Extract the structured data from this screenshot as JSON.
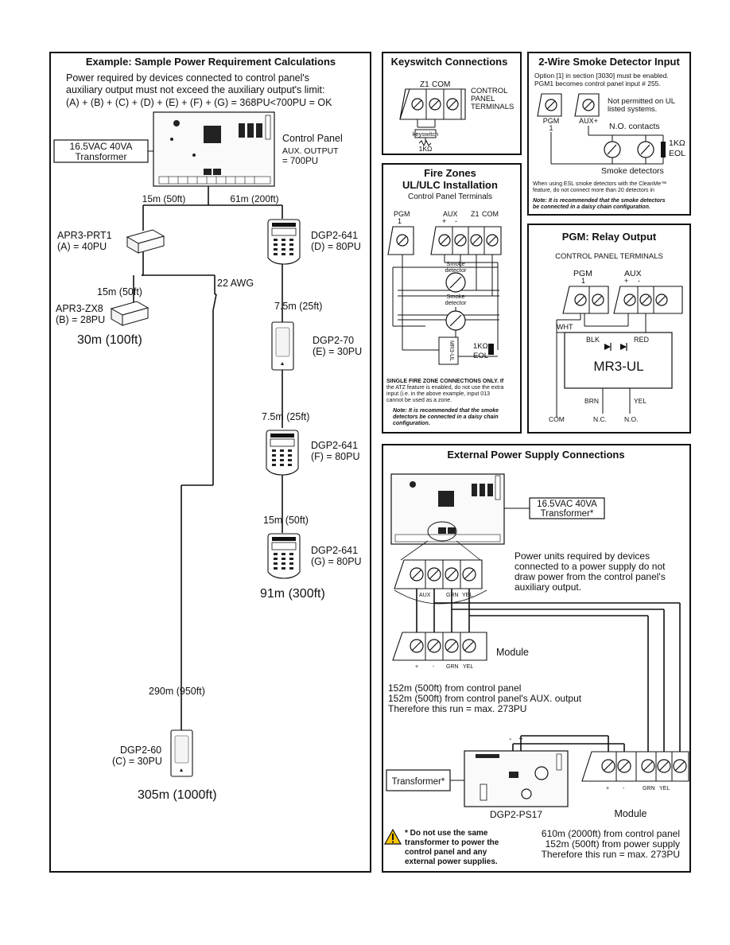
{
  "example": {
    "title": "Example: Sample Power Requirement Calculations",
    "intro": [
      "Power required by devices connected to control panel's",
      "auxiliary output must not exceed the auxiliary output's limit:"
    ],
    "formula": "(A) + (B) + (C) + (D) + (E) + (F) + (G) = 368PU<700PU = OK",
    "transformer": [
      "16.5VAC 40VA",
      "Transformer"
    ],
    "control_panel": [
      "Control Panel",
      "AUX. OUTPUT",
      "= 700PU"
    ],
    "left_run": "15m (50ft)",
    "right_run": "61m (200ft)",
    "apr3_prt1": [
      "APR3-PRT1",
      "(A) = 40PU"
    ],
    "run_15": "15m (50ft)",
    "awg": "22 AWG",
    "apr3_zx8": [
      "APR3-ZX8",
      "(B) = 28PU"
    ],
    "dist_30": "30m (100ft)",
    "dgp2_641_d": [
      "DGP2-641",
      "(D) = 80PU"
    ],
    "run_75a": "7.5m (25ft)",
    "dgp2_70": [
      "DGP2-70",
      "(E) = 30PU"
    ],
    "run_75b": "7.5m (25ft)",
    "dgp2_641_f": [
      "DGP2-641",
      "(F) = 80PU"
    ],
    "run_15b": "15m (50ft)",
    "dgp2_641_g": [
      "DGP2-641",
      "(G) = 80PU"
    ],
    "dist_91": "91m (300ft)",
    "run_290": "290m (950ft)",
    "dgp2_60": [
      "DGP2-60",
      "(C) = 30PU"
    ],
    "dist_305": "305m (1000ft)"
  },
  "keyswitch": {
    "title": "Keyswitch Connections",
    "terminals": [
      "Z1",
      "COM"
    ],
    "label": [
      "CONTROL",
      "PANEL",
      "TERMINALS"
    ],
    "keyswitch": "keyswitch",
    "resistor": "1KΩ"
  },
  "smoke": {
    "title": "2-Wire Smoke Detector Input",
    "option": [
      "Option [1] in section [3030] must be enabled.",
      "PGM1 becomes control panel input # 255."
    ],
    "pgm": "PGM",
    "pgm_num": "1",
    "aux": "AUX+",
    "not_permitted": [
      "Not permitted on UL",
      "listed systems."
    ],
    "no_contacts": "N.O. contacts",
    "eol": [
      "1KΩ",
      "EOL"
    ],
    "detectors": "Smoke detectors",
    "esl": [
      "When using ESL smoke detectors with the CleanMe™",
      "feature, do not connect more than 20 detectors in"
    ],
    "note": [
      "Note: It is recommended that the smoke detectors",
      "be connected in a daisy chain configuration."
    ]
  },
  "fire": {
    "title": [
      "Fire Zones",
      "UL/ULC Installation"
    ],
    "subtitle": "Control Panel Terminals",
    "pgm": "PGM",
    "pgm_num": "1",
    "aux": "AUX",
    "plus": "+",
    "minus": "-",
    "z1": "Z1",
    "com": "COM",
    "smoke_det": [
      "Smoke",
      "detector"
    ],
    "mr3": "MR3-UL",
    "eol": [
      "1KΩ",
      "EOL"
    ],
    "single": [
      "SINGLE FIRE ZONE CONNECTIONS ONLY. If",
      "the ATZ feature is enabled, do not use the extra",
      "input (i.e. in the above example, input 013",
      "cannot be used as a zone."
    ],
    "note": [
      "Note: It is recommended that the smoke",
      "detectors be connected in a daisy chain",
      "configuration."
    ]
  },
  "pgm": {
    "title": "PGM: Relay Output",
    "subtitle": "CONTROL PANEL TERMINALS",
    "pgm": "PGM",
    "pgm_num": "1",
    "aux": "AUX",
    "plus": "+",
    "minus": "-",
    "wht": "WHT",
    "blk": "BLK",
    "red": "RED",
    "mr3": "MR3-UL",
    "brn": "BRN",
    "yel": "YEL",
    "com": "COM",
    "nc": "N.C.",
    "no": "N.O."
  },
  "ext": {
    "title": "External Power Supply Connections",
    "transformer": [
      "16.5VAC 40VA",
      "Transformer*"
    ],
    "power_note": [
      "Power units required by devices",
      "connected to a power supply do not",
      "draw power from the control panel's",
      "auxiliary output."
    ],
    "t_aux": "AUX",
    "t_grn": "GRN",
    "t_yel": "YEL",
    "module": "Module",
    "m_plus": "+",
    "m_minus": "-",
    "m_grn": "GRN",
    "m_yel": "YEL",
    "dist1": [
      "152m (500ft) from control panel",
      "152m (500ft) from control panel's AUX. output",
      "Therefore this run = max. 273PU"
    ],
    "ps_minus": "-",
    "ps_plus": "+",
    "transformer2": "Transformer*",
    "ps": "DGP2-PS17",
    "module2": "Module",
    "warning": [
      "* Do not use the same",
      "transformer to power the",
      "control panel and any",
      "external power supplies."
    ],
    "dist2": [
      "610m (2000ft) from control panel",
      "152m (500ft) from power supply",
      "Therefore this run = max. 273PU"
    ]
  }
}
